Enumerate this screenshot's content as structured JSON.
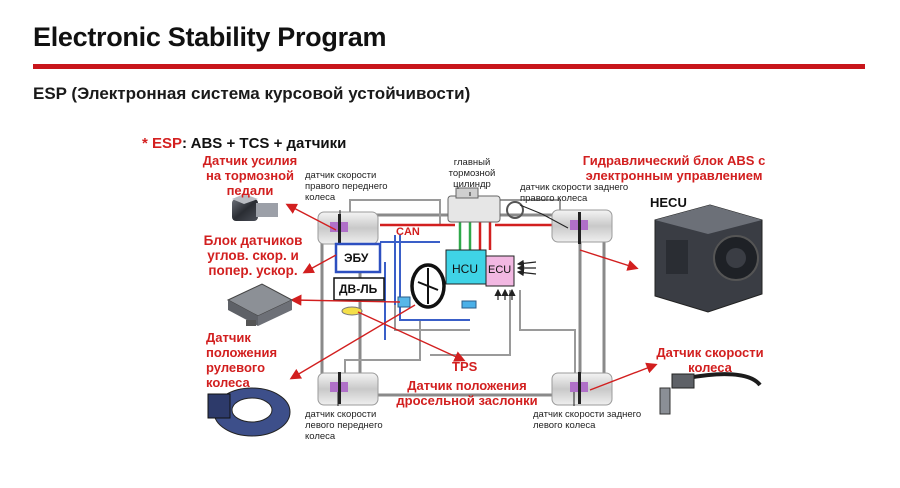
{
  "slide": {
    "title": "Electronic Stability Program",
    "subtitle": "ESP (Электронная система курсовой устойчивости)",
    "formula_prefix": "* ESP",
    "formula_rest": ": ABS + TCS + датчики"
  },
  "labels": {
    "brake_force_sensor": [
      "Датчик усилия",
      "на тормозной",
      "педали"
    ],
    "sensor_block": [
      "Блок датчиков",
      "углов. скор. и",
      "попер. ускор."
    ],
    "steering_sensor": [
      "Датчик",
      "положения",
      "рулевого",
      "колеса"
    ],
    "tps": "TPS",
    "throttle_sensor": [
      "Датчик положения",
      "дросельной заслонки"
    ],
    "hydraulic_block": [
      "Гидравлический блок ABS с",
      "электронным управлением"
    ],
    "hecu": "HECU",
    "wheel_speed_sensor": [
      "Датчик скорости",
      "колеса"
    ],
    "front_right_speed": [
      "датчик скорости",
      "правого переднего",
      "колеса"
    ],
    "master_cylinder": [
      "главный",
      "тормозной",
      "цилиндр"
    ],
    "rear_right_speed": [
      "датчик скорости заднего",
      "правого колеса"
    ],
    "front_left_speed": [
      "датчик скорости",
      "левого  переднего",
      "колеса"
    ],
    "rear_left_speed": [
      "датчик скорости заднего",
      "левого колеса"
    ],
    "can": "CAN",
    "ebu": "ЭБУ",
    "engine": "ДВ-ЛЬ",
    "hcu": "HCU",
    "ecu": "ECU"
  },
  "colors": {
    "accent_red": "#c8151b",
    "label_red": "#d21f1f",
    "wire_grey": "#8a8a8a",
    "can_blue": "#3a5fc8",
    "hydraulic_green": "#2fa84a",
    "hcu_cyan": "#3fd3e6",
    "ecu_pink": "#f2b8e2"
  }
}
